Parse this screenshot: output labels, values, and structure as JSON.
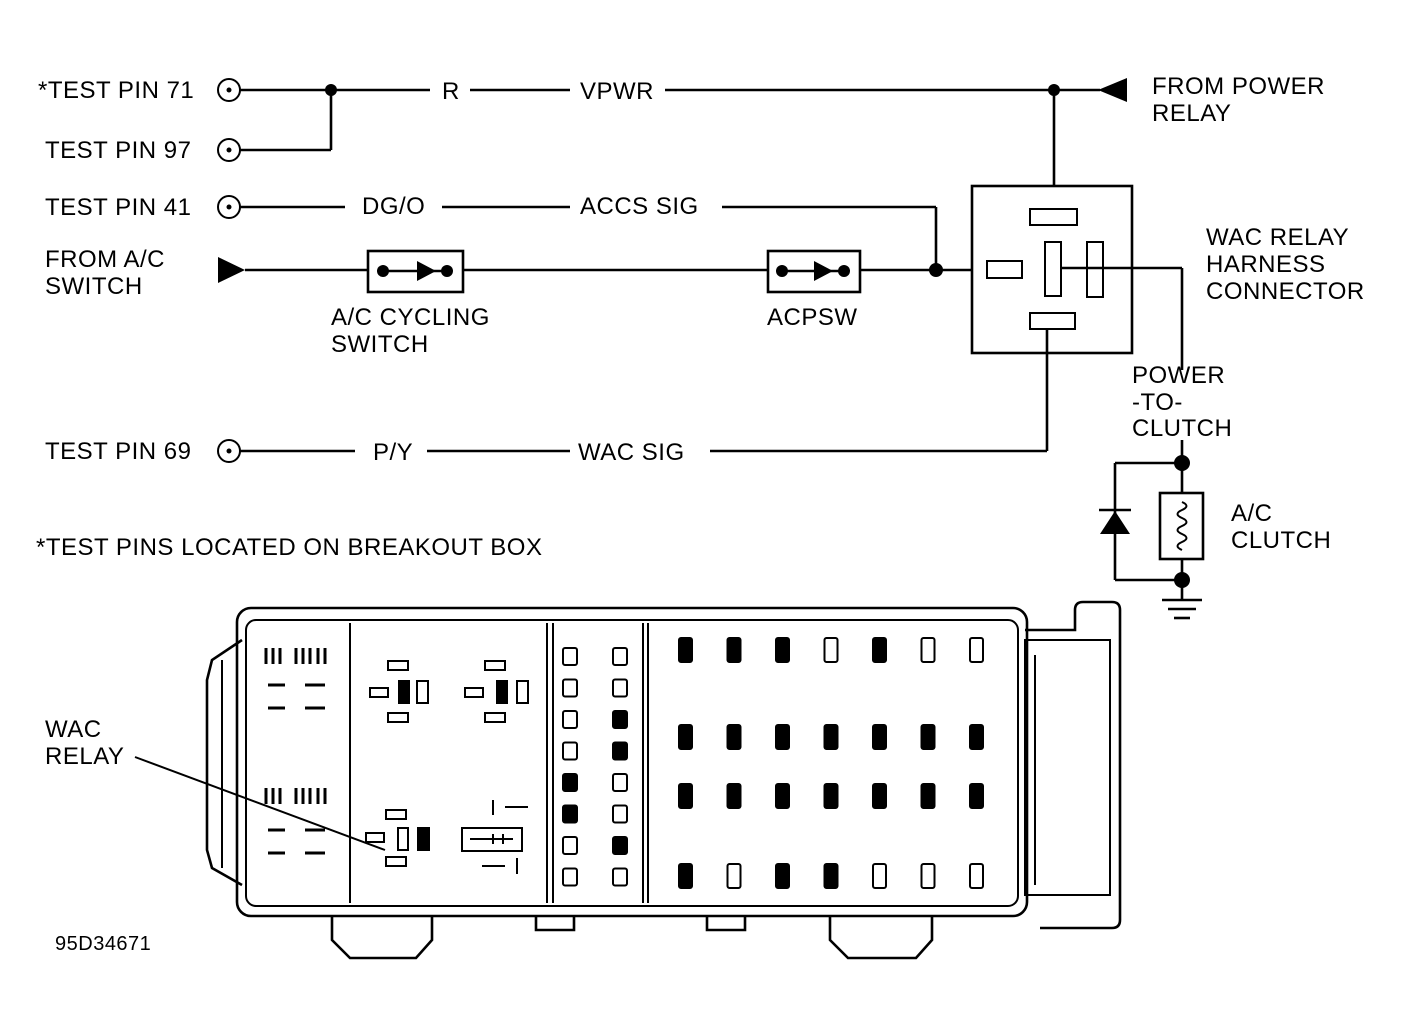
{
  "labels": {
    "test_pin_71": "*TEST PIN 71",
    "test_pin_97": "TEST PIN 97",
    "test_pin_41": "TEST PIN 41",
    "from_ac_switch_line1": "FROM A/C",
    "from_ac_switch_line2": "SWITCH",
    "test_pin_69": "TEST PIN 69",
    "wire_r": "R",
    "wire_vpwr": "VPWR",
    "wire_dgo": "DG/O",
    "wire_accs_sig": "ACCS  SIG",
    "wire_py": "P/Y",
    "wire_wac_sig": "WAC  SIG",
    "from_power_relay_line1": "FROM POWER",
    "from_power_relay_line2": "RELAY",
    "wac_relay_harness_line1": "WAC RELAY",
    "wac_relay_harness_line2": "HARNESS",
    "wac_relay_harness_line3": "CONNECTOR",
    "ac_cycling_switch_line1": "A/C CYCLING",
    "ac_cycling_switch_line2": "SWITCH",
    "acpsw": "ACPSW",
    "power_to_clutch_line1": "POWER",
    "power_to_clutch_line2": "-TO-",
    "power_to_clutch_line3": "CLUTCH",
    "ac_clutch_line1": "A/C",
    "ac_clutch_line2": "CLUTCH",
    "note": "*TEST PINS LOCATED ON BREAKOUT BOX",
    "wac_relay_line1": "WAC",
    "wac_relay_line2": "RELAY",
    "figure_id": "95D34671"
  },
  "fuse_grid": [
    [
      "filled",
      "filled",
      "filled",
      "empty",
      "filled",
      "empty",
      "empty"
    ],
    [
      "filled",
      "filled",
      "filled",
      "filled",
      "filled",
      "filled",
      "filled"
    ],
    [
      "filled",
      "filled",
      "filled",
      "filled",
      "filled",
      "filled",
      "filled"
    ],
    [
      "filled",
      "empty",
      "filled",
      "filled",
      "empty",
      "empty",
      "empty"
    ]
  ],
  "small_fuse_columns": [
    [
      "empty",
      "empty",
      "empty",
      "empty",
      "filled",
      "filled",
      "empty",
      "empty"
    ],
    [
      "empty",
      "empty",
      "filled",
      "filled",
      "empty",
      "empty",
      "filled",
      "empty"
    ]
  ],
  "colors": {
    "ink": "#000000",
    "paper": "#ffffff"
  }
}
